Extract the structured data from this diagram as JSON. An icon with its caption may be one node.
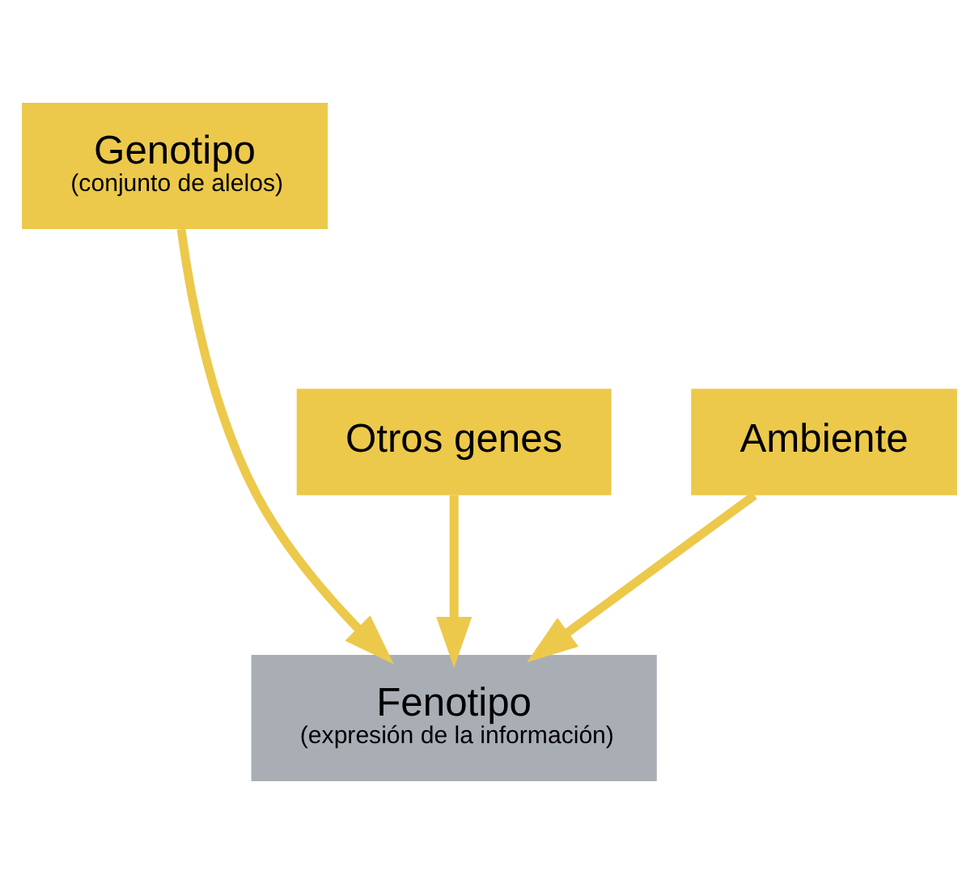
{
  "diagram": {
    "nodes": [
      {
        "text": [
          "Genotipo",
          "(conjunto de alelos)"
        ]
      },
      {
        "text": [
          "Otros genes"
        ]
      },
      {
        "text": [
          "Ambiente"
        ]
      },
      {
        "text": [
          "Fenotipo",
          "(expresión de la información)"
        ]
      }
    ],
    "edges": [
      {
        "from": 0,
        "to": 3,
        "arrow": "to"
      },
      {
        "from": 1,
        "to": 3,
        "arrow": "to"
      },
      {
        "from": 2,
        "to": 3,
        "arrow": "to"
      }
    ]
  }
}
